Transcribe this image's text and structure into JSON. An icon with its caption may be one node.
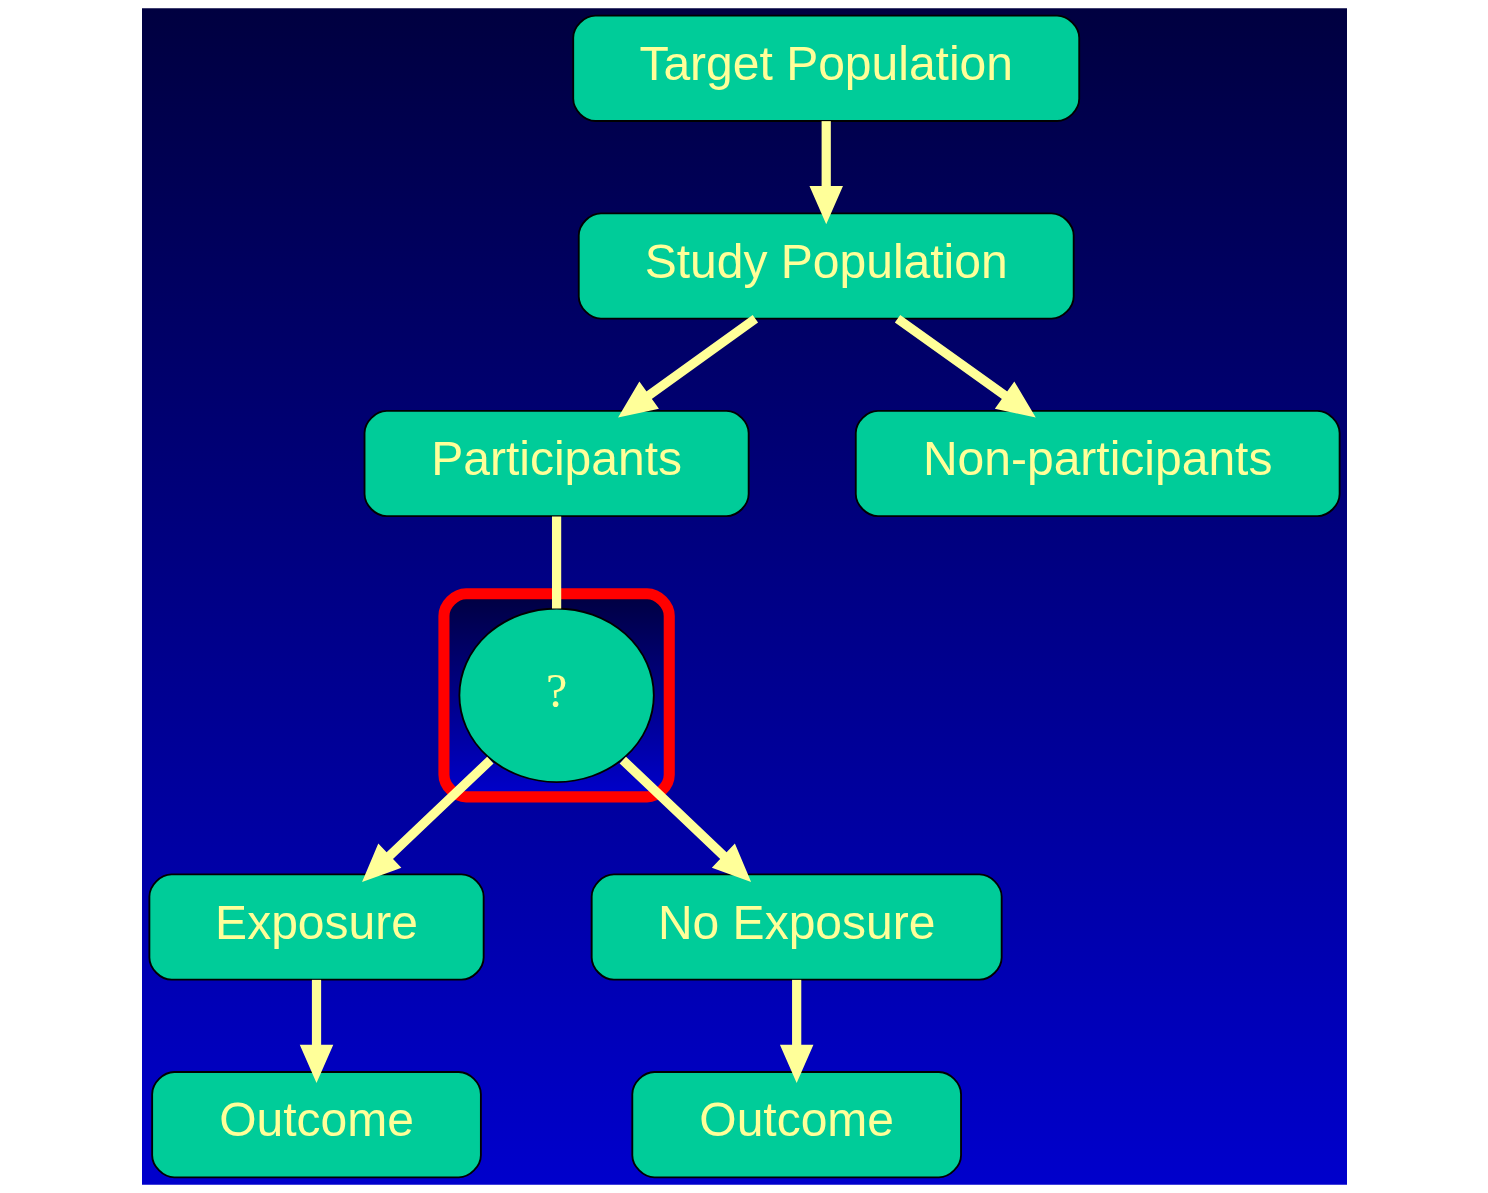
{
  "diagram": {
    "nodes": [
      {
        "text": [
          "Target Population"
        ]
      },
      {
        "text": [
          "Study Population"
        ]
      },
      {
        "text": [
          "Participants"
        ]
      },
      {
        "text": [
          "Non-participants"
        ]
      },
      {
        "text": [],
        "shape": "ellipse"
      },
      {
        "text": [
          "?"
        ],
        "in": 4
      },
      {
        "text": [
          "Exposure"
        ]
      },
      {
        "text": [
          "No Exposure"
        ]
      },
      {
        "text": [
          "Outcome"
        ]
      },
      {
        "text": [
          "Outcome"
        ]
      }
    ],
    "edges": [
      {
        "from": 0,
        "to": 1,
        "arrow": "to"
      },
      {
        "from": 1,
        "to": 2,
        "arrow": "to"
      },
      {
        "from": 1,
        "to": 3,
        "arrow": "to"
      },
      {
        "from": 2,
        "to": 5,
        "arrow": "none"
      },
      {
        "from": 5,
        "to": 6,
        "arrow": "to"
      },
      {
        "from": 5,
        "to": 7,
        "arrow": "to"
      },
      {
        "from": 6,
        "to": 8,
        "arrow": "to"
      },
      {
        "from": 7,
        "to": 9,
        "arrow": "to"
      }
    ]
  }
}
